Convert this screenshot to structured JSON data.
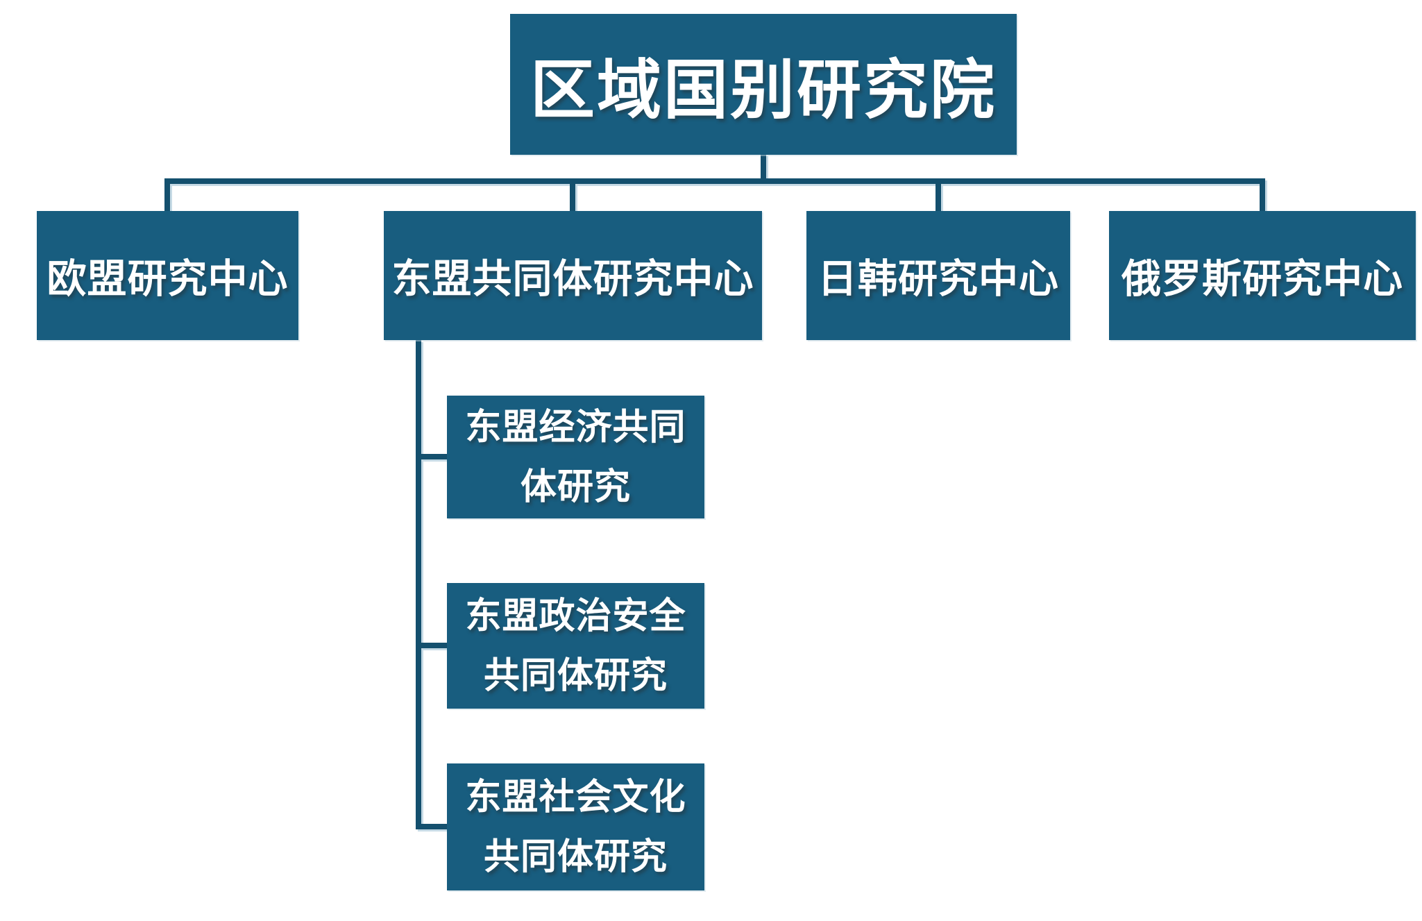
{
  "root": {
    "label": "区域国别研究院"
  },
  "centers": [
    {
      "label": "欧盟研究中心"
    },
    {
      "label": "东盟共同体研究中心"
    },
    {
      "label": "日韩研究中心"
    },
    {
      "label": "俄罗斯研究中心"
    }
  ],
  "subunits": [
    {
      "label": "东盟经济共同体研究",
      "lines": [
        "东盟经济共同",
        "体研究"
      ]
    },
    {
      "label": "东盟政治安全共同体研究",
      "lines": [
        "东盟政治安全",
        "共同体研究"
      ]
    },
    {
      "label": "东盟社会文化共同体研究",
      "lines": [
        "东盟社会文化",
        "共同体研究"
      ]
    }
  ],
  "colors": {
    "box_fill": "#185D7F",
    "connector": "#14506E",
    "text": "#FFFFFF",
    "background": "#FFFFFF"
  }
}
